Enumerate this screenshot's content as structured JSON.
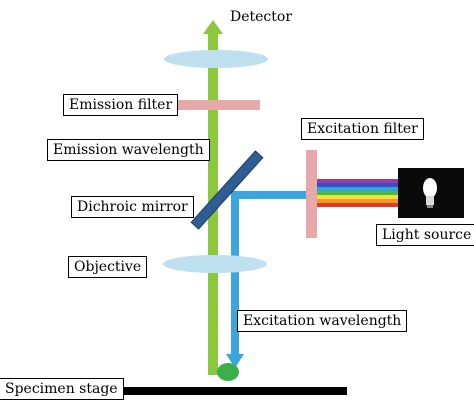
{
  "labels": {
    "detector": "Detector",
    "emission_filter": "Emission  filter",
    "emission_wavelength": "Emission wavelength",
    "excitation_filter": "Excitation filter",
    "dichroic_mirror": "Dichroic mirror",
    "light_source": "Light source",
    "objective": "Objective",
    "excitation_wavelength": "Excitation wavelength",
    "specimen_stage": "Specimen stage"
  },
  "colors": {
    "emission_beam": "#8cc83c",
    "excitation_beam": "#3aa6e0",
    "lens": "#bfe0ef",
    "filter": "#e6a8a8",
    "mirror": "#2f5c92",
    "stage": "#000000",
    "specimen": "#3ab04a",
    "spectrum": [
      "#9b3aa6",
      "#3b4fc0",
      "#2fa4dc",
      "#4cb848",
      "#f0e23a",
      "#f39a2a",
      "#e23a2a"
    ]
  },
  "icons": {
    "light_source": "light-bulb-icon"
  }
}
